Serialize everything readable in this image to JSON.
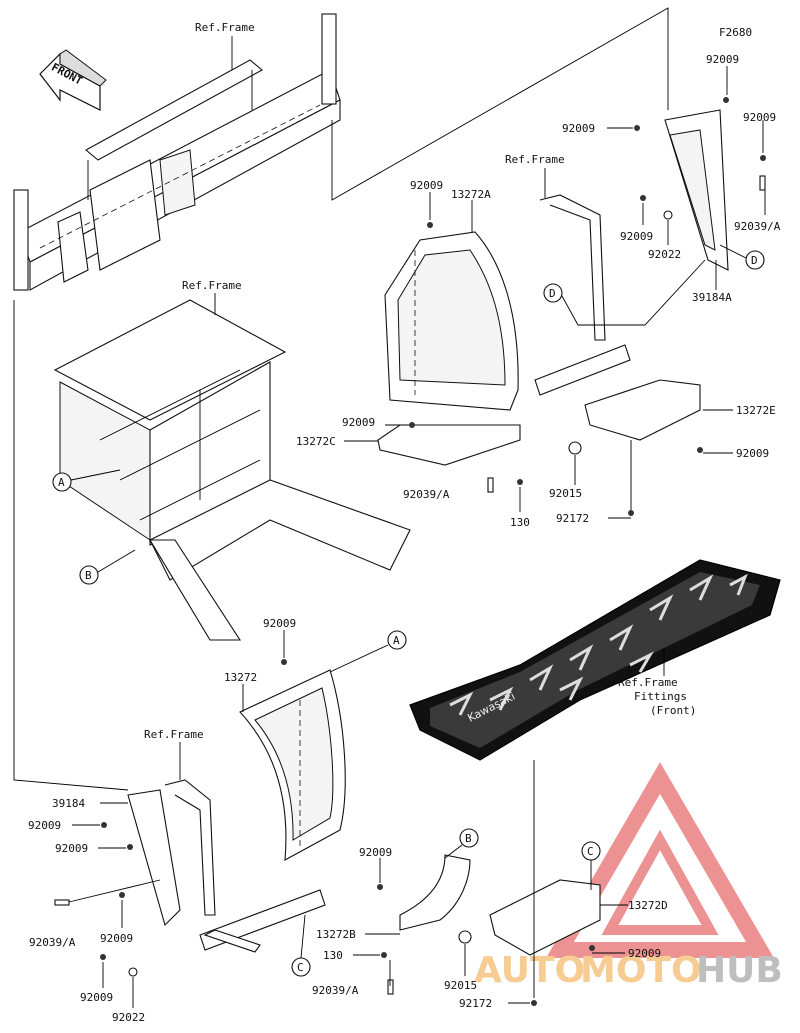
{
  "figure_code": "F2680",
  "front_label": "FRONT",
  "mat_brand": "Kawasaki",
  "watermark": {
    "part1": "AUTO",
    "part2": "MOTO",
    "part3": "HUB",
    "colors": {
      "red": "#e03a3a",
      "orange": "#f2a33a",
      "grey": "#8a8a8a"
    }
  },
  "ref_labels": {
    "frame_top_left": "Ref.Frame",
    "frame_top_right": "Ref.Frame",
    "frame_mid": "Ref.Frame",
    "frame_bottom": "Ref.Frame",
    "fittings_1": "Ref.Frame",
    "fittings_2": "Fittings",
    "fittings_3": "(Front)"
  },
  "callouts": {
    "A1": "A",
    "A2": "A",
    "B1": "B",
    "B2": "B",
    "C1": "C",
    "C2": "C",
    "D1": "D",
    "D2": "D"
  },
  "parts": {
    "p01": "92009",
    "p02": "92009",
    "p03": "92009",
    "p04": "92009",
    "p05": "39184A",
    "p06": "92039/A",
    "p07": "92022",
    "p08": "92009",
    "p09": "13272A",
    "p10": "92009",
    "p11": "13272C",
    "p12": "92039/A",
    "p13": "130",
    "p14": "92015",
    "p15": "92172",
    "p16": "13272E",
    "p17": "92009",
    "p18": "92009",
    "p19": "13272",
    "p20": "39184",
    "p21": "92009",
    "p22": "92009",
    "p23": "92039/A",
    "p24": "92009",
    "p25": "92009",
    "p26": "92022",
    "p27": "92009",
    "p28": "13272B",
    "p29": "130",
    "p30": "92039/A",
    "p31": "92015",
    "p32": "92172",
    "p33": "13272D",
    "p34": "92009"
  }
}
